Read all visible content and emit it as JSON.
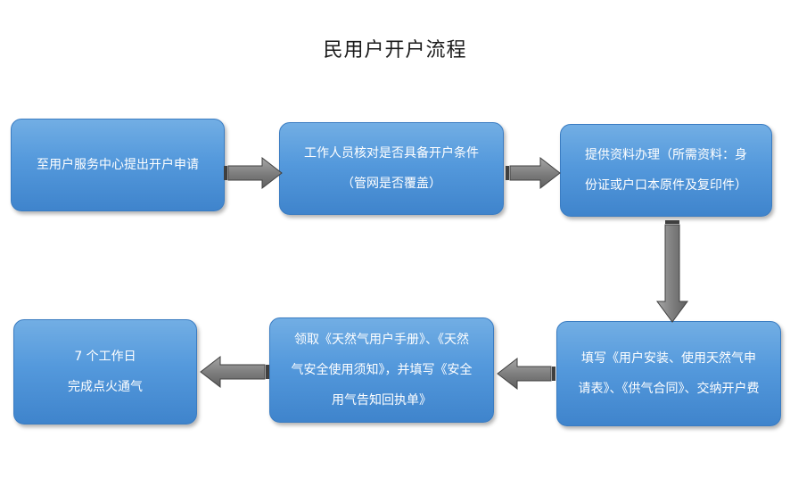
{
  "title": "民用户开户流程",
  "steps": [
    {
      "lines": [
        "至用户服务中心提出开户申请"
      ]
    },
    {
      "lines": [
        "工作人员核对是否具备开户条件",
        "（管网是否覆盖）"
      ]
    },
    {
      "lines": [
        "提供资料办理（所需资料：身",
        "份证或户口本原件及复印件）"
      ]
    },
    {
      "lines": [
        "填写《用户安装、使用天然气申",
        "请表》、《供气合同》、交纳开户费"
      ]
    },
    {
      "lines": [
        "领取《天然气用户手册》、《天然",
        "气安全使用须知》，并填写《安全",
        "用气告知回执单》"
      ]
    },
    {
      "lines": [
        "7 个工作日",
        "完成点火通气"
      ]
    }
  ],
  "colors": {
    "box_fill": "#5499dc",
    "box_border": "#3a7cc2",
    "arrow_fill": "#7f7f7f"
  }
}
